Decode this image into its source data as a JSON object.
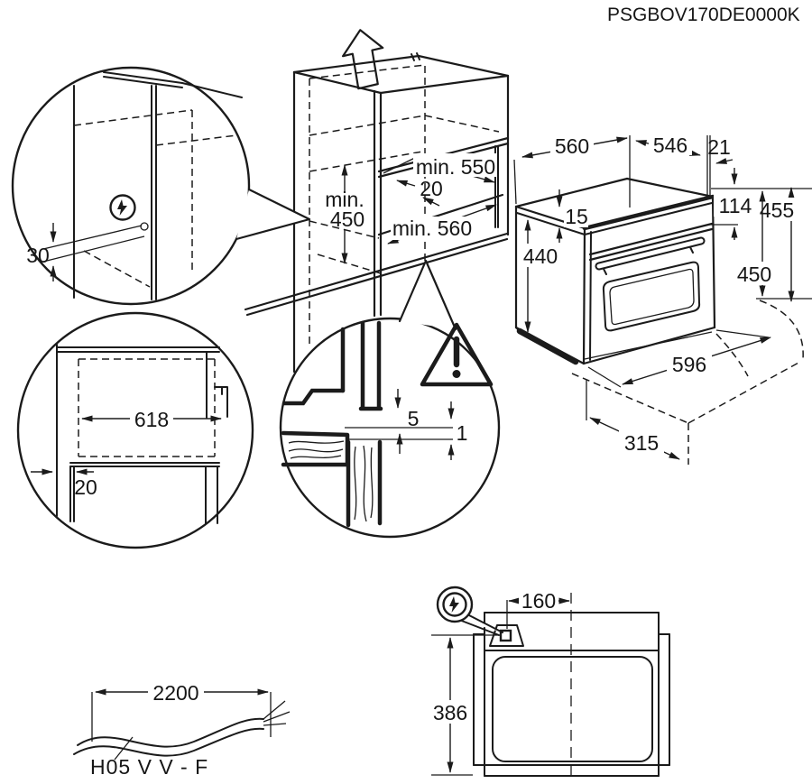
{
  "title": "PSGBOV170DE0000K",
  "colors": {
    "line": "#1b1b1b",
    "background": "#ffffff"
  },
  "cabinet_view": {
    "niche_depth": "min. 550",
    "front_rail_inset": "20",
    "niche_height_prefix": "min.",
    "niche_height": "450",
    "niche_width": "min. 560"
  },
  "oven_view": {
    "top_depth": "560",
    "body_depth": "546",
    "door_gap": "21",
    "top_clearance": "15",
    "body_height": "440",
    "front_top_offset": "114",
    "total_height": "455",
    "front_height": "450",
    "front_width": "596",
    "side_depth": "315"
  },
  "detail_electrical_connection": {
    "icon": "lightning-in-circle",
    "cable_offset": "30"
  },
  "detail_niche_floor": {
    "bracket_width": "618",
    "side_inset": "20"
  },
  "detail_rear_clearance": {
    "icon": "warning-triangle",
    "rear_gap": "5",
    "bottom_gap": "1"
  },
  "top_view": {
    "icon": "lightning-in-circle",
    "connection_offset_x": "160",
    "connection_offset_y": "386"
  },
  "mains_cable": {
    "length": "2200",
    "cable_type": "H05 V V - F"
  }
}
